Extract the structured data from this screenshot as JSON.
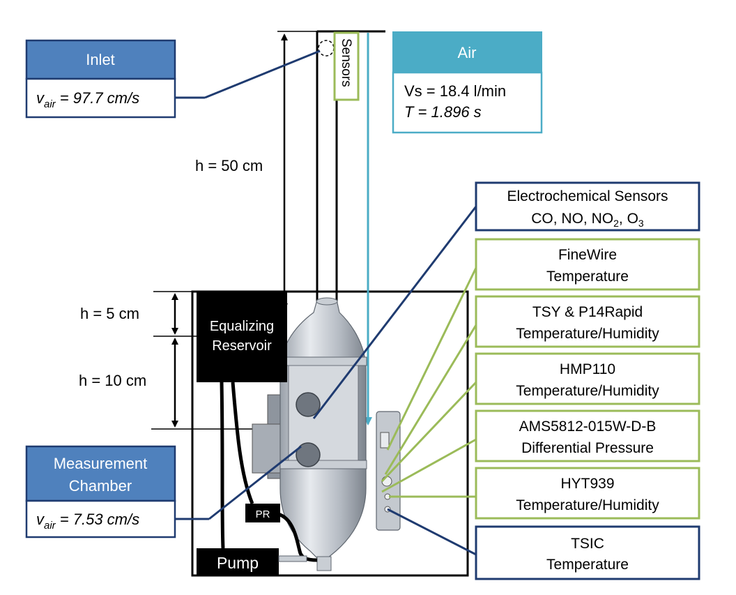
{
  "inlet": {
    "title": "Inlet",
    "v_symbol": "v",
    "v_sub": "air",
    "v_value": " = 97.7 cm/s"
  },
  "air": {
    "title": "Air",
    "flow": "Vs = 18.4 l/min",
    "time": "T = 1.896 s"
  },
  "sensors_tag": "Sensors",
  "heights": {
    "h50": "h = 50 cm",
    "h5": "h = 5 cm",
    "h10": "h = 10 cm"
  },
  "reservoir": {
    "line1": "Equalizing",
    "line2": "Reservoir"
  },
  "pump": "Pump",
  "pr": "PR",
  "chamber": {
    "line1": "Measurement",
    "line2": "Chamber",
    "v_symbol": "v",
    "v_sub": "air",
    "v_value": " = 7.53 cm/s"
  },
  "electrochem": {
    "line1": "Electrochemical Sensors",
    "line2_a": "CO, NO, NO",
    "line2_sub1": "2",
    "line2_b": ", O",
    "line2_sub2": "3"
  },
  "sensor_boxes": [
    {
      "line1": "FineWire",
      "line2": "Temperature"
    },
    {
      "line1": "TSY & P14Rapid",
      "line2": "Temperature/Humidity"
    },
    {
      "line1": "HMP110",
      "line2": "Temperature/Humidity"
    },
    {
      "line1": "AMS5812-015W-D-B",
      "line2": "Differential Pressure"
    },
    {
      "line1": "HYT939",
      "line2": "Temperature/Humidity"
    }
  ],
  "tsic": {
    "line1": "TSIC",
    "line2": "Temperature"
  },
  "colors": {
    "blue_header": "#4f81bd",
    "navy_border": "#1f3b70",
    "air_header": "#4bacc6",
    "green_border": "#9bbb59",
    "dark_line": "#1f3b70"
  }
}
